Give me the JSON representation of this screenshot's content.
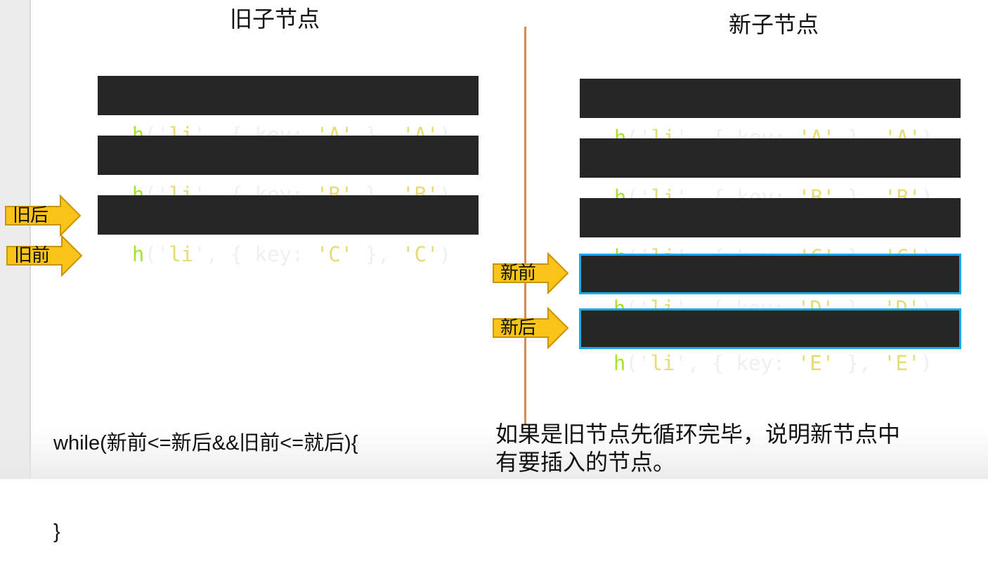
{
  "titles": {
    "old": "旧子节点",
    "new": "新子节点"
  },
  "old_nodes": [
    {
      "fn": "h",
      "p1": "('",
      "tag": "li",
      "p2": "', { key: ",
      "key": "'A'",
      "p3": " }, ",
      "text": "'A'",
      "p4": ")"
    },
    {
      "fn": "h",
      "p1": "('",
      "tag": "li",
      "p2": "', { key: ",
      "key": "'B'",
      "p3": " }, ",
      "text": "'B'",
      "p4": ")"
    },
    {
      "fn": "h",
      "p1": "('",
      "tag": "li",
      "p2": "', { key: ",
      "key": "'C'",
      "p3": " }, ",
      "text": "'C'",
      "p4": ")"
    }
  ],
  "new_nodes": [
    {
      "fn": "h",
      "p1": "('",
      "tag": "li",
      "p2": "', { key: ",
      "key": "'A'",
      "p3": " }, ",
      "text": "'A'",
      "p4": ")"
    },
    {
      "fn": "h",
      "p1": "('",
      "tag": "li",
      "p2": "', { key: ",
      "key": "'B'",
      "p3": " }, ",
      "text": "'B'",
      "p4": ")"
    },
    {
      "fn": "h",
      "p1": "('",
      "tag": "li",
      "p2": "', { key: ",
      "key": "'C'",
      "p3": " }, ",
      "text": "'C'",
      "p4": ")"
    },
    {
      "fn": "h",
      "p1": "('",
      "tag": "li",
      "p2": "', { key: ",
      "key": "'D'",
      "p3": " }, ",
      "text": "'D'",
      "p4": ")"
    },
    {
      "fn": "h",
      "p1": "('",
      "tag": "li",
      "p2": "', { key: ",
      "key": "'E'",
      "p3": " }, ",
      "text": "'E'",
      "p4": ")"
    }
  ],
  "pointers": {
    "old_end": "旧后",
    "old_start": "旧前",
    "new_start": "新前",
    "new_end": "新后"
  },
  "code_loop": {
    "line1": "while(新前<=新后&&旧前<=就后){",
    "line2": "}"
  },
  "note": {
    "line1": "如果是旧节点先循环完毕，说明新节点中",
    "line2": "有要插入的节点。"
  },
  "colors": {
    "code_bg": "#262626",
    "fn": "#a6e22e",
    "string": "#e6db74",
    "highlight_border": "#1aa9e6",
    "arrow_fill": "#f9c31a",
    "divider": "#d88a55"
  }
}
